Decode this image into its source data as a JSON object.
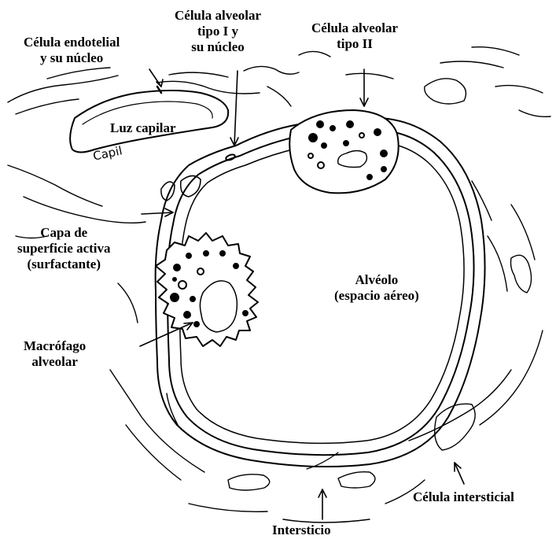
{
  "labels": {
    "endothelial": [
      "Célula endotelial",
      "y su núcleo"
    ],
    "type1": [
      "Célula alveolar",
      "tipo I y",
      "su núcleo"
    ],
    "type2": [
      "Célula alveolar",
      "tipo II"
    ],
    "capillary_lumen": "Luz capilar",
    "capillary_handwritten": "Capil",
    "surfactant": [
      "Capa de",
      "superficie activa",
      "(surfactante)"
    ],
    "alveolus": [
      "Alvéolo",
      "(espacio aéreo)"
    ],
    "macrophage": [
      "Macrófago",
      "alveolar"
    ],
    "interstitial_cell": "Célula intersticial",
    "interstitium": "Intersticio"
  },
  "colors": {
    "ink": "#000000",
    "background": "#ffffff"
  }
}
